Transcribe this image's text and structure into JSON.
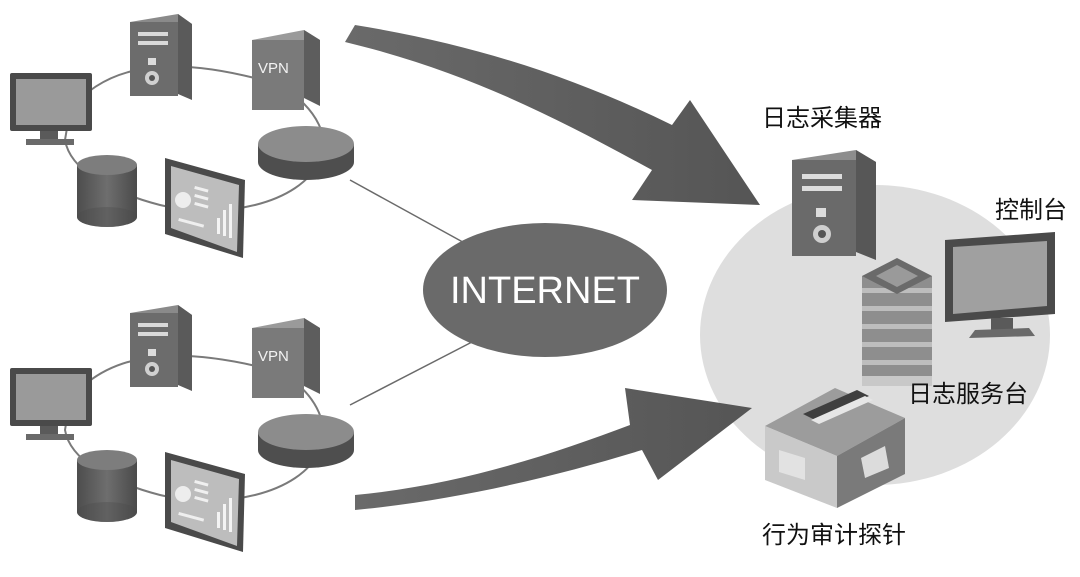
{
  "diagram": {
    "center_label": "INTERNET",
    "vpn_label": "VPN",
    "labels": {
      "log_collector": "日志采集器",
      "console": "控制台",
      "log_server": "日志服务台",
      "audit_probe": "行为审计探针"
    }
  }
}
